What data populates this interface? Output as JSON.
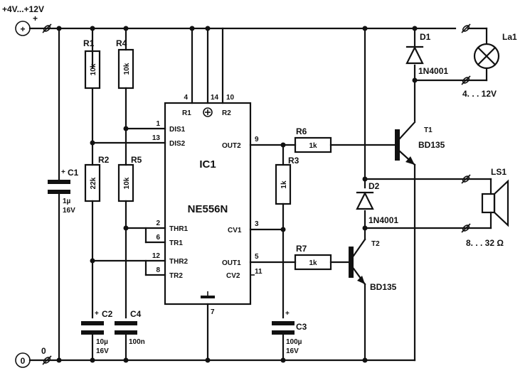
{
  "power": {
    "supply_label": "+4V...+12V",
    "plus_sign": "+",
    "ground_label": "0",
    "plus_terminal_symbol": "+",
    "ground_terminal_symbol": "0"
  },
  "resistors": [
    {
      "ref": "R1",
      "value": "10k"
    },
    {
      "ref": "R4",
      "value": "10k"
    },
    {
      "ref": "R2",
      "value": "22k"
    },
    {
      "ref": "R5",
      "value": "10k"
    },
    {
      "ref": "R3",
      "value": "1k"
    },
    {
      "ref": "R6",
      "value": "1k"
    },
    {
      "ref": "R7",
      "value": "1k"
    }
  ],
  "capacitors": [
    {
      "ref": "C1",
      "value": "1µ",
      "voltage": "16V"
    },
    {
      "ref": "C2",
      "value": "10µ",
      "voltage": "16V"
    },
    {
      "ref": "C4",
      "value": "100n"
    },
    {
      "ref": "C3",
      "value": "100µ",
      "voltage": "16V"
    }
  ],
  "ic": {
    "ref": "IC1",
    "part": "NE556N",
    "top_labels": [
      "R1",
      "R2"
    ],
    "pin_labels": [
      "DIS1",
      "DIS2",
      "THR1",
      "TR1",
      "THR2",
      "TR2",
      "OUT2",
      "CV1",
      "OUT1",
      "CV2"
    ],
    "pin_numbers": [
      "4",
      "14",
      "10",
      "1",
      "13",
      "2",
      "6",
      "12",
      "8",
      "9",
      "3",
      "5",
      "11",
      "7"
    ]
  },
  "diodes": [
    {
      "ref": "D1",
      "part": "1N4001"
    },
    {
      "ref": "D2",
      "part": "1N4001"
    }
  ],
  "transistors": [
    {
      "ref": "T1",
      "part": "BD135"
    },
    {
      "ref": "T2",
      "part": "BD135"
    }
  ],
  "lamp": {
    "ref": "La1",
    "rating": "4. . . 12V"
  },
  "speaker": {
    "ref": "LS1",
    "rating": "8. . . 32 Ω"
  }
}
